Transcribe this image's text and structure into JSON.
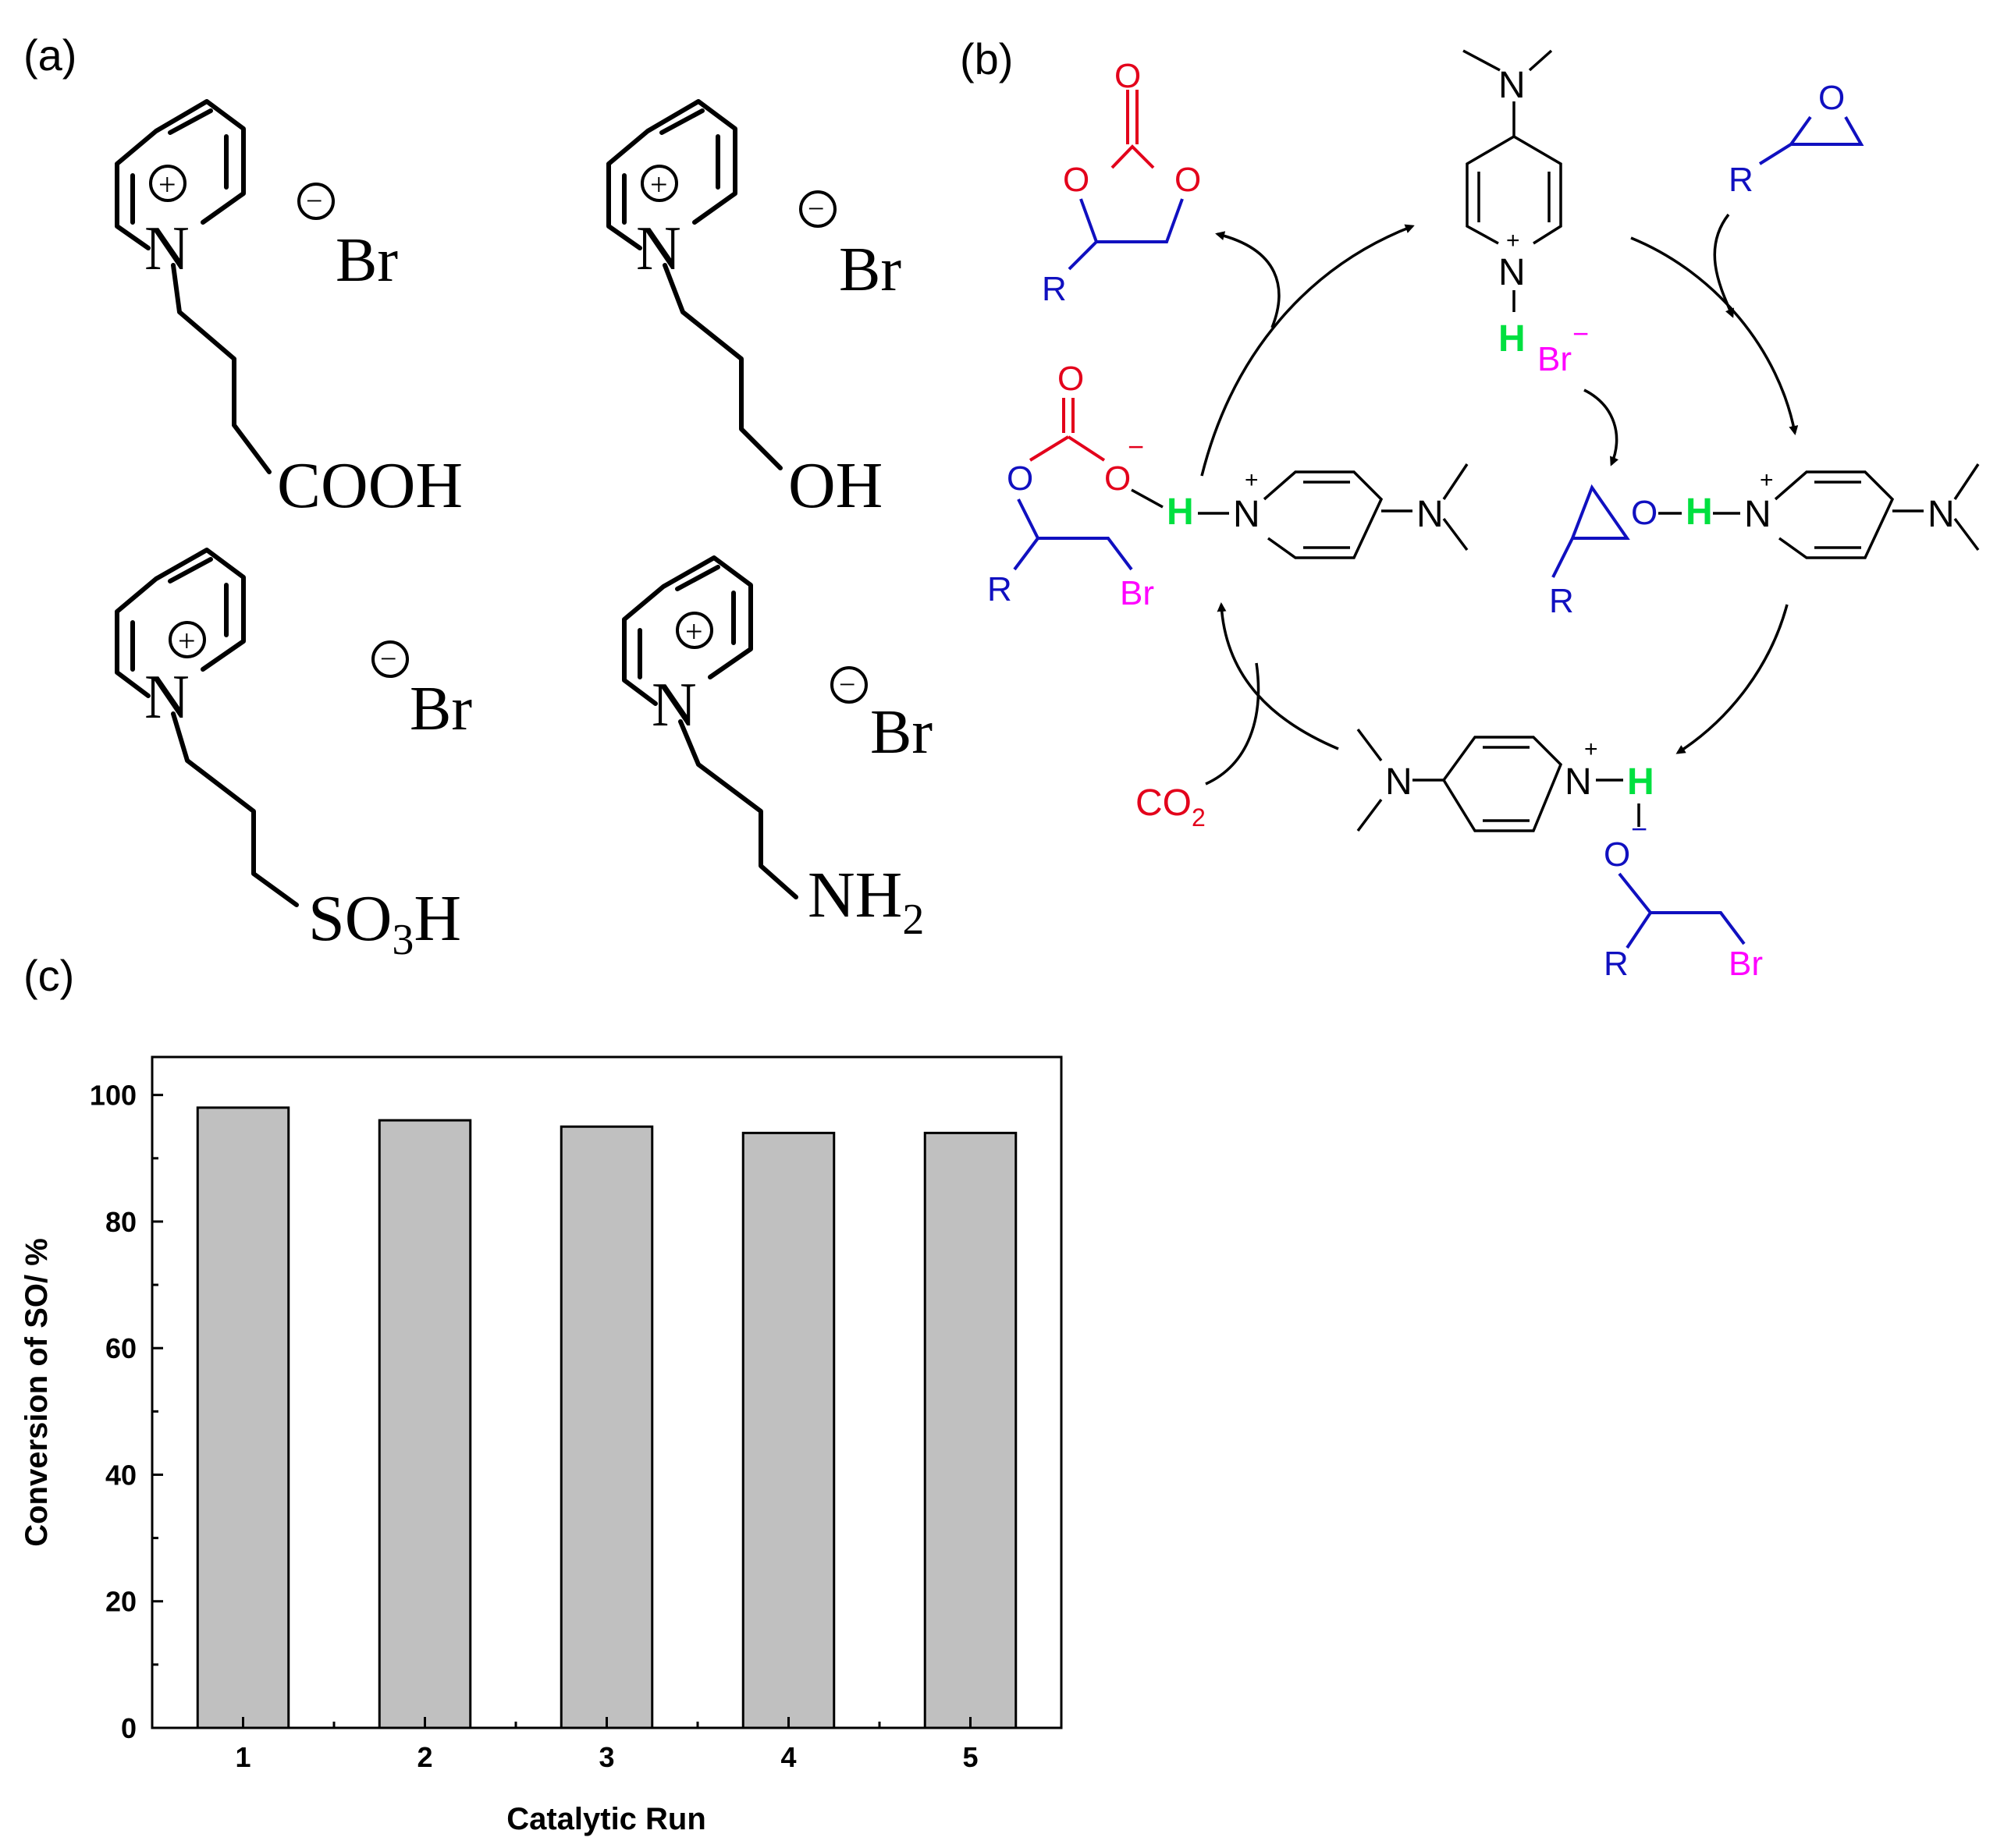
{
  "panels": {
    "a": "(a)",
    "b": "(b)",
    "c": "(c)"
  },
  "structures_a": [
    {
      "group": "COOH",
      "anion": "Br"
    },
    {
      "group": "OH",
      "anion": "Br"
    },
    {
      "group": "SO",
      "sub": "3",
      "tail": "H",
      "anion": "Br"
    },
    {
      "group": "NH",
      "sub": "2",
      "anion": "Br"
    }
  ],
  "cycle_b": {
    "top_label_n": "N",
    "br_minus": "Br",
    "h": "H",
    "r": "R",
    "o": "O",
    "br": "Br",
    "co2": "CO",
    "co2_sub": "2"
  },
  "chart_data": {
    "type": "bar",
    "categories": [
      "1",
      "2",
      "3",
      "4",
      "5"
    ],
    "values": [
      98,
      96,
      95,
      94,
      94
    ],
    "xlabel": "Catalytic Run",
    "ylabel": "Conversion of SO/ %",
    "ylim": [
      0,
      106
    ],
    "yticks": [
      "0",
      "20",
      "40",
      "60",
      "80",
      "100"
    ],
    "grid": false,
    "colors": {
      "bar": "#c0c0c0",
      "edge": "#000000"
    }
  }
}
